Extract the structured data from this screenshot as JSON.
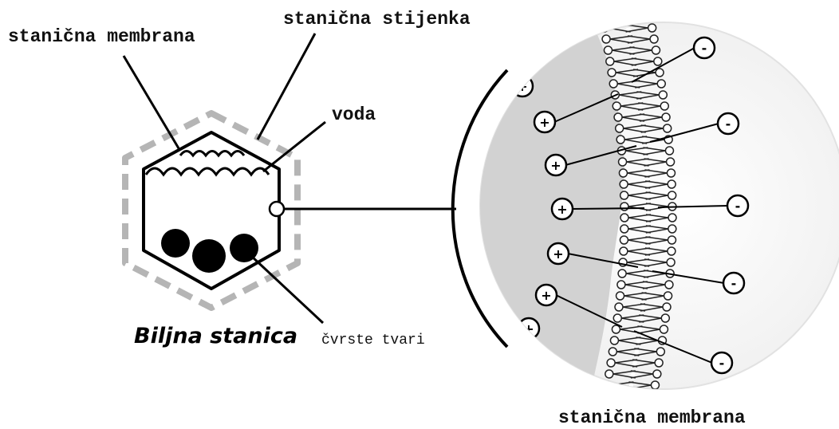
{
  "labels": {
    "cell_membrane": "stanična membrana",
    "cell_wall": "stanična stijenka",
    "water": "voda",
    "solids": "čvrste tvari",
    "title": "Biljna stanica",
    "zoom_membrane": "stanična membrana"
  },
  "charges": {
    "positive": "+",
    "negative": "-"
  },
  "colors": {
    "line": "#111111",
    "wall_dash": "#b5b5b5",
    "inside_fill": "#d2d2d2",
    "outside_fill": "#f7f7f7"
  }
}
